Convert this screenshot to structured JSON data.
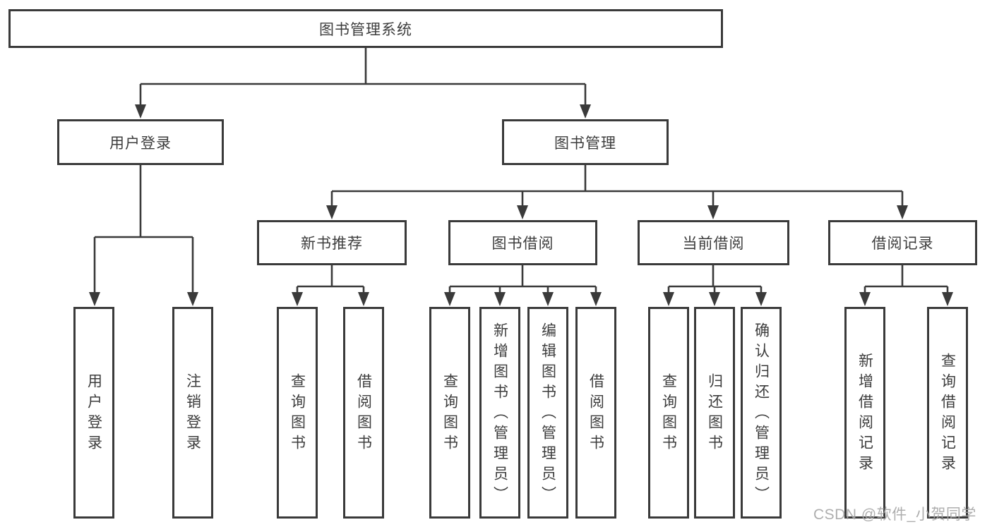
{
  "diagram": {
    "root": {
      "label": "图书管理系统",
      "children": [
        {
          "label": "用户登录",
          "children": [
            {
              "label": "用户登录"
            },
            {
              "label": "注销登录"
            }
          ]
        },
        {
          "label": "图书管理",
          "children": [
            {
              "label": "新书推荐",
              "children": [
                {
                  "label": "查询图书"
                },
                {
                  "label": "借阅图书"
                }
              ]
            },
            {
              "label": "图书借阅",
              "children": [
                {
                  "label": "查询图书"
                },
                {
                  "label": "新增图书（管理员）"
                },
                {
                  "label": "编辑图书（管理员）"
                },
                {
                  "label": "借阅图书"
                }
              ]
            },
            {
              "label": "当前借阅",
              "children": [
                {
                  "label": "查询图书"
                },
                {
                  "label": "归还图书"
                },
                {
                  "label": "确认归还（管理员）"
                }
              ]
            },
            {
              "label": "借阅记录",
              "children": [
                {
                  "label": "新增借阅记录"
                },
                {
                  "label": "查询借阅记录"
                }
              ]
            }
          ]
        }
      ]
    },
    "colors": {
      "line": "#3a3a3a",
      "text": "#3d3d3d",
      "background": "#ffffff",
      "watermark": "#a8a8a8"
    }
  },
  "watermark": {
    "text": "CSDN @软件_小贺同学"
  }
}
